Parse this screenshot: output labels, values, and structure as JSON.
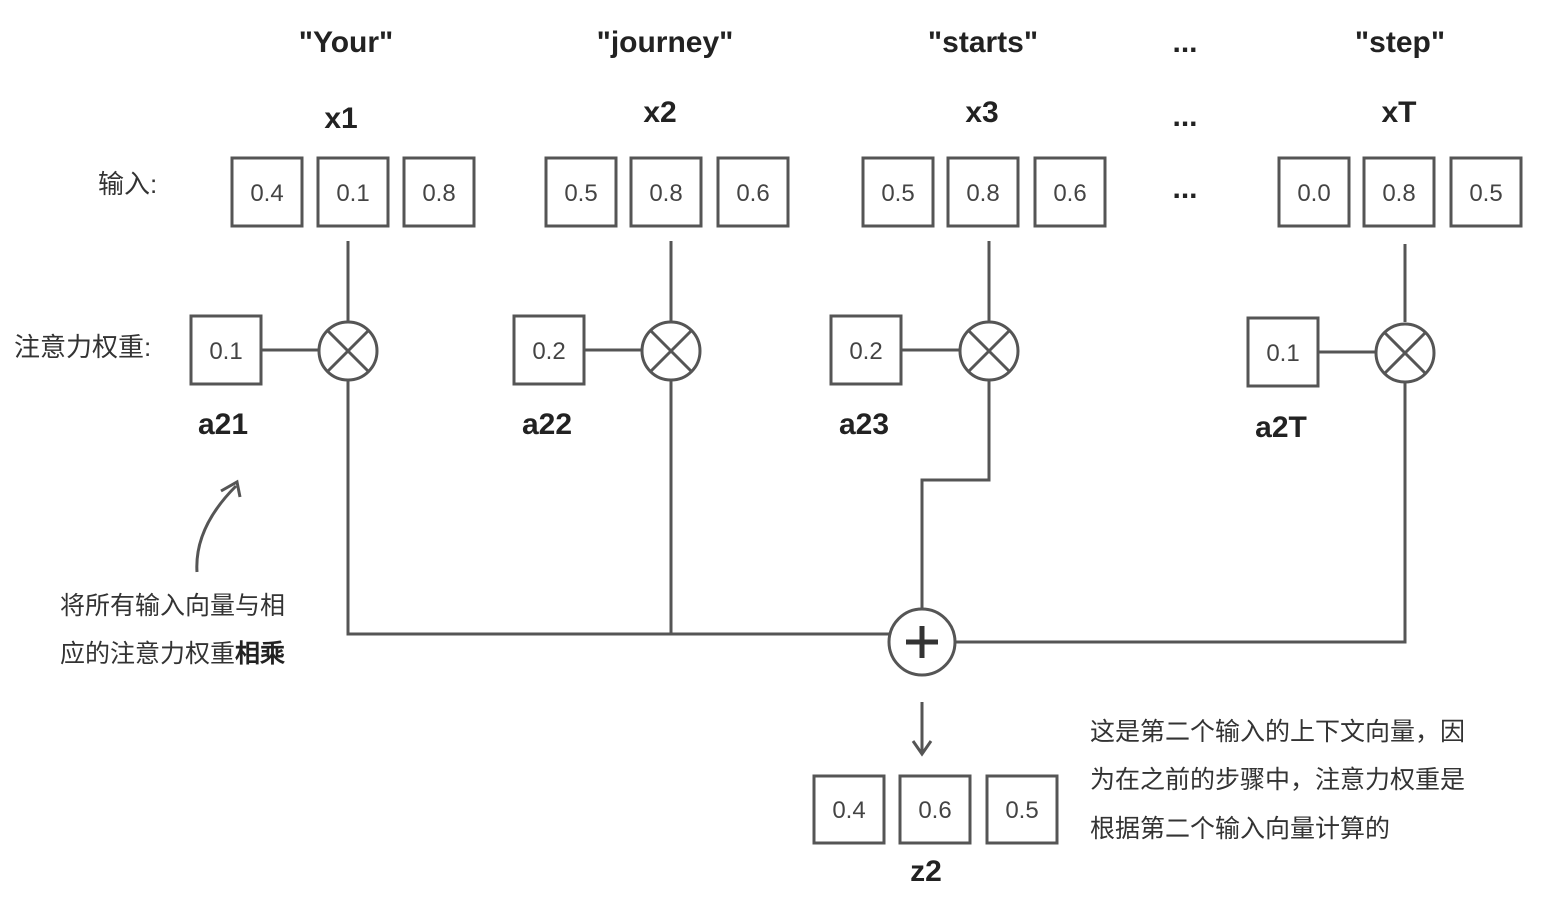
{
  "tokens": [
    {
      "word": "\"Your\"",
      "var": "x1",
      "values": [
        "0.4",
        "0.1",
        "0.8"
      ],
      "weight": "0.1",
      "weight_label": "a21"
    },
    {
      "word": "\"journey\"",
      "var": "x2",
      "values": [
        "0.5",
        "0.8",
        "0.6"
      ],
      "weight": "0.2",
      "weight_label": "a22"
    },
    {
      "word": "\"starts\"",
      "var": "x3",
      "values": [
        "0.5",
        "0.8",
        "0.6"
      ],
      "weight": "0.2",
      "weight_label": "a23"
    },
    {
      "word": "\"step\"",
      "var": "xT",
      "values": [
        "0.0",
        "0.8",
        "0.5"
      ],
      "weight": "0.1",
      "weight_label": "a2T"
    }
  ],
  "ellipsis": "...",
  "row_labels": {
    "input": "输入:",
    "weights": "注意力权重:"
  },
  "output": {
    "var": "z2",
    "values": [
      "0.4",
      "0.6",
      "0.5"
    ]
  },
  "annotation_left": {
    "line1": "将所有输入向量与相",
    "line2_plain": "应的注意力权重",
    "line2_bold": "相乘"
  },
  "annotation_right": {
    "line1": "这是第二个输入的上下文向量，因",
    "line2": "为在之前的步骤中，注意力权重是",
    "line3": "根据第二个输入向量计算的"
  },
  "colors": {
    "stroke": "#555555",
    "text": "#333333"
  }
}
